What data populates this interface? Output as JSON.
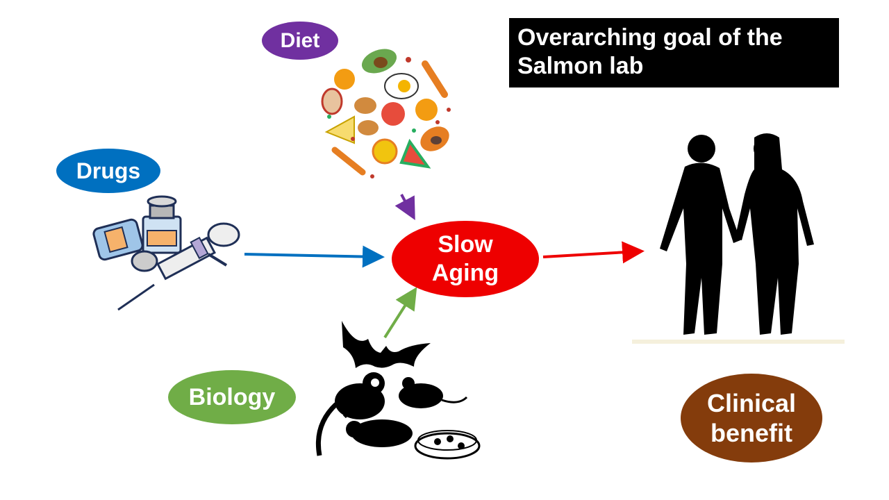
{
  "title": "Overarching goal of the Salmon lab",
  "center": {
    "line1": "Slow",
    "line2": "Aging",
    "color": "#ee0000"
  },
  "inputs": {
    "diet": {
      "label": "Diet",
      "color": "#7030a0",
      "arrow_color": "#7030a0"
    },
    "drugs": {
      "label": "Drugs",
      "color": "#0070c0",
      "arrow_color": "#0070c0"
    },
    "biology": {
      "label": "Biology",
      "color": "#70ad47",
      "arrow_color": "#70ad47"
    }
  },
  "output": {
    "line1": "Clinical",
    "line2": "benefit",
    "color": "#843c0c",
    "arrow_color": "#ee0000"
  },
  "icons": [
    "food-collage-icon",
    "medicine-vials-syringe-icon",
    "bat-icon",
    "monkey-icon",
    "mouse-icon",
    "naked-mole-rat-icon",
    "petri-dish-icon",
    "couple-walking-silhouette-icon"
  ]
}
